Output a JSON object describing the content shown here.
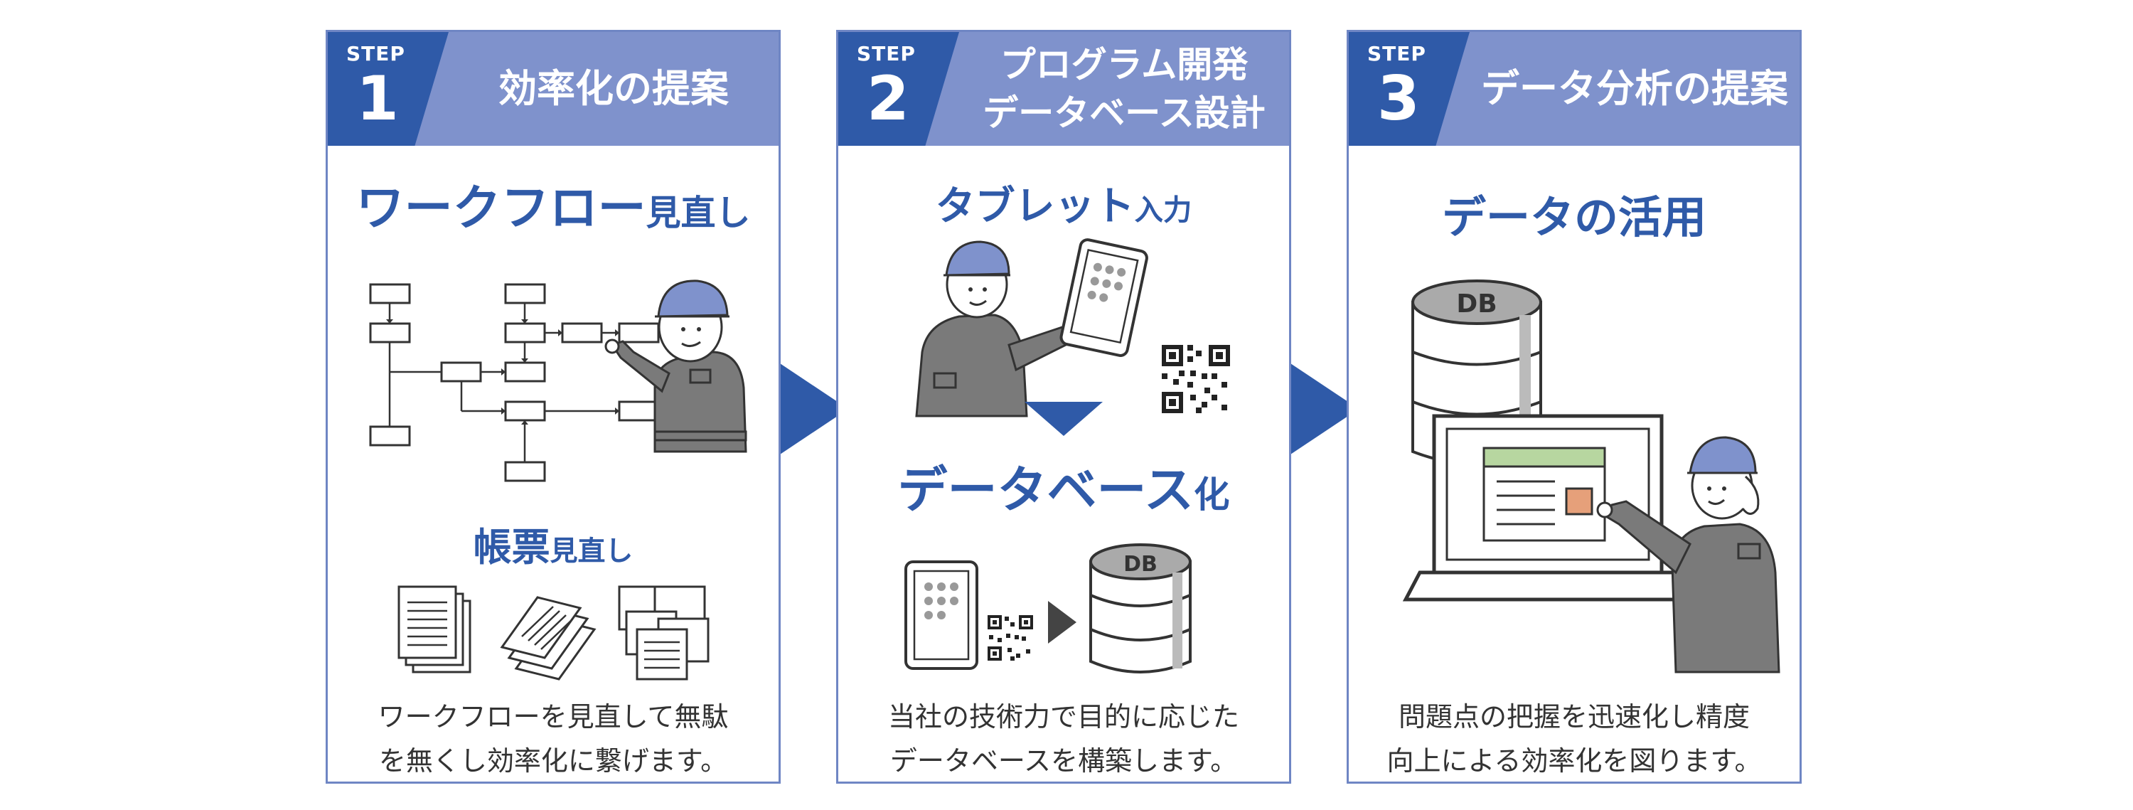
{
  "steps": [
    {
      "label": "STEP",
      "number": "1",
      "title_lines": [
        "効率化の提案"
      ],
      "heading1_main": "ワークフロー",
      "heading1_small": "見直し",
      "heading2_main": "帳票",
      "heading2_small": "見直し",
      "description_lines": [
        "ワークフローを見直して無駄",
        "を無くし効率化に繋げます。"
      ]
    },
    {
      "label": "STEP",
      "number": "2",
      "title_lines": [
        "プログラム開発",
        "データベース設計"
      ],
      "heading1_main": "タブレット",
      "heading1_small": "入力",
      "heading2_main": "データベース",
      "heading2_small": "化",
      "db_label": "DB",
      "description_lines": [
        "当社の技術力で目的に応じた",
        "データベースを構築します。"
      ]
    },
    {
      "label": "STEP",
      "number": "3",
      "title_lines": [
        "データ分析の提案"
      ],
      "heading1_main": "データの活用",
      "db_label": "DB",
      "description_lines": [
        "問題点の把握を迅速化し精度",
        "向上による効率化を図ります。"
      ]
    }
  ],
  "colors": {
    "step_tab": "#2f5aa8",
    "header_band": "#7f92cc",
    "border": "#6f86c4",
    "heading": "#2f5aa8",
    "arrow": "#2f5aa8",
    "worker_suit": "#7a7a7a",
    "helmet": "#7f92cc"
  }
}
